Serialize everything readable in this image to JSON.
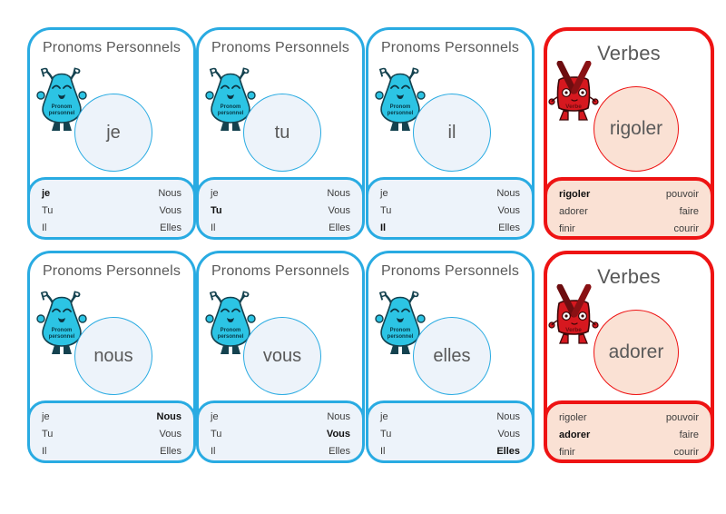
{
  "colors": {
    "pronoun_accent": "#29ABE2",
    "pronoun_fill": "#EDF3FA",
    "verb_accent": "#EE1313",
    "verb_fill": "#FAE1D4",
    "title_text": "#595959"
  },
  "mascot": {
    "pronoun_line1": "Pronom",
    "pronoun_line2": "personnel",
    "pronoun_antenna": "P",
    "verb_label": "Verbe"
  },
  "cards": [
    {
      "type": "pronoun",
      "title": "Pronoms Personnels",
      "word": "je",
      "list": {
        "left": [
          {
            "text": "je",
            "bold": true
          },
          {
            "text": "Tu",
            "bold": false
          },
          {
            "text": "Il",
            "bold": false
          }
        ],
        "right": [
          {
            "text": "Nous",
            "bold": false
          },
          {
            "text": "Vous",
            "bold": false
          },
          {
            "text": "Elles",
            "bold": false
          }
        ]
      }
    },
    {
      "type": "pronoun",
      "title": "Pronoms Personnels",
      "word": "tu",
      "list": {
        "left": [
          {
            "text": "je",
            "bold": false
          },
          {
            "text": "Tu",
            "bold": true
          },
          {
            "text": "Il",
            "bold": false
          }
        ],
        "right": [
          {
            "text": "Nous",
            "bold": false
          },
          {
            "text": "Vous",
            "bold": false
          },
          {
            "text": "Elles",
            "bold": false
          }
        ]
      }
    },
    {
      "type": "pronoun",
      "title": "Pronoms Personnels",
      "word": "il",
      "list": {
        "left": [
          {
            "text": "je",
            "bold": false
          },
          {
            "text": "Tu",
            "bold": false
          },
          {
            "text": "Il",
            "bold": true
          }
        ],
        "right": [
          {
            "text": "Nous",
            "bold": false
          },
          {
            "text": "Vous",
            "bold": false
          },
          {
            "text": "Elles",
            "bold": false
          }
        ]
      }
    },
    {
      "type": "verb",
      "title": "Verbes",
      "word": "rigoler",
      "list": {
        "left": [
          {
            "text": "rigoler",
            "bold": true
          },
          {
            "text": "adorer",
            "bold": false
          },
          {
            "text": "finir",
            "bold": false
          }
        ],
        "right": [
          {
            "text": "pouvoir",
            "bold": false
          },
          {
            "text": "faire",
            "bold": false
          },
          {
            "text": "courir",
            "bold": false
          }
        ]
      }
    },
    {
      "type": "pronoun",
      "title": "Pronoms Personnels",
      "word": "nous",
      "list": {
        "left": [
          {
            "text": "je",
            "bold": false
          },
          {
            "text": "Tu",
            "bold": false
          },
          {
            "text": "Il",
            "bold": false
          }
        ],
        "right": [
          {
            "text": "Nous",
            "bold": true
          },
          {
            "text": "Vous",
            "bold": false
          },
          {
            "text": "Elles",
            "bold": false
          }
        ]
      }
    },
    {
      "type": "pronoun",
      "title": "Pronoms Personnels",
      "word": "vous",
      "list": {
        "left": [
          {
            "text": "je",
            "bold": false
          },
          {
            "text": "Tu",
            "bold": false
          },
          {
            "text": "Il",
            "bold": false
          }
        ],
        "right": [
          {
            "text": "Nous",
            "bold": false
          },
          {
            "text": "Vous",
            "bold": true
          },
          {
            "text": "Elles",
            "bold": false
          }
        ]
      }
    },
    {
      "type": "pronoun",
      "title": "Pronoms Personnels",
      "word": "elles",
      "list": {
        "left": [
          {
            "text": "je",
            "bold": false
          },
          {
            "text": "Tu",
            "bold": false
          },
          {
            "text": "Il",
            "bold": false
          }
        ],
        "right": [
          {
            "text": "Nous",
            "bold": false
          },
          {
            "text": "Vous",
            "bold": false
          },
          {
            "text": "Elles",
            "bold": true
          }
        ]
      }
    },
    {
      "type": "verb",
      "title": "Verbes",
      "word": "adorer",
      "list": {
        "left": [
          {
            "text": "rigoler",
            "bold": false
          },
          {
            "text": "adorer",
            "bold": true
          },
          {
            "text": "finir",
            "bold": false
          }
        ],
        "right": [
          {
            "text": "pouvoir",
            "bold": false
          },
          {
            "text": "faire",
            "bold": false
          },
          {
            "text": "courir",
            "bold": false
          }
        ]
      }
    }
  ]
}
